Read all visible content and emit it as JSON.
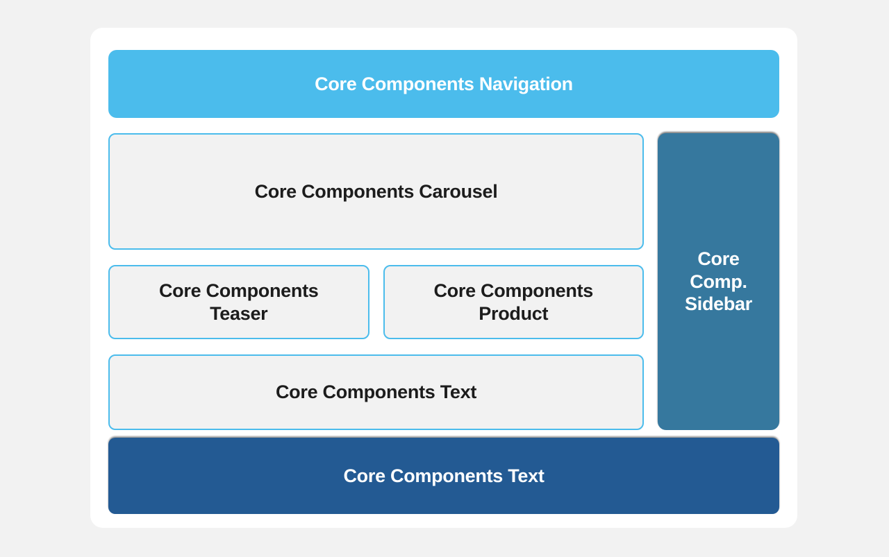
{
  "colors": {
    "canvas_bg": "#f2f2f2",
    "card_bg": "#ffffff",
    "accent_light_blue": "#4bbcec",
    "box_fill": "#f2f2f2",
    "sidebar_blue": "#36789e",
    "footer_blue": "#235a93",
    "dark_text": "#1c1c1c",
    "light_text": "#ffffff"
  },
  "blocks": {
    "navigation": {
      "label": "Core Components Navigation"
    },
    "carousel": {
      "label": "Core Components Carousel"
    },
    "teaser": {
      "label": "Core Components Teaser"
    },
    "product": {
      "label": "Core Components Product"
    },
    "text": {
      "label": "Core Components Text"
    },
    "sidebar": {
      "label": "Core Comp. Sidebar"
    },
    "footer": {
      "label": "Core Components Text"
    }
  }
}
